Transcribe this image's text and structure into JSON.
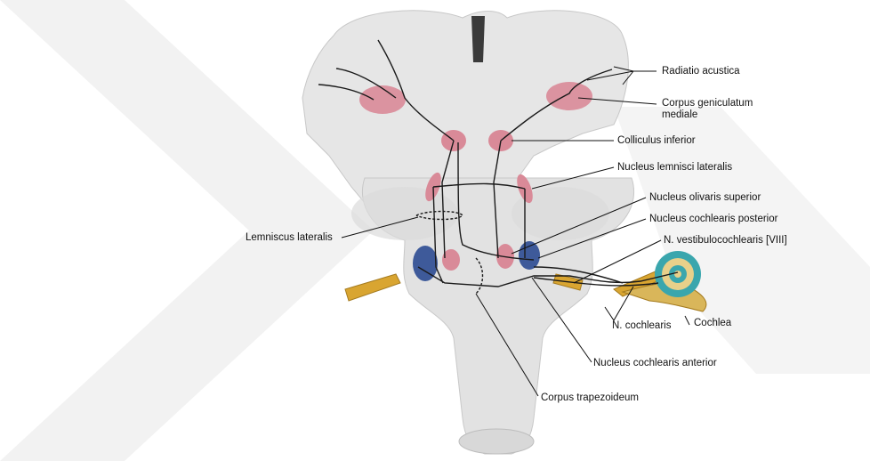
{
  "labels": {
    "radiatio_acustica": "Radiatio acustica",
    "corpus_geniculatum_line1": "Corpus geniculatum",
    "corpus_geniculatum_line2": "mediale",
    "colliculus_inferior": "Colliculus inferior",
    "nucleus_lemnisci_lateralis": "Nucleus lemnisci lateralis",
    "nucleus_olivaris_superior": "Nucleus olivaris superior",
    "nucleus_cochlearis_posterior": "Nucleus cochlearis posterior",
    "n_vestibulocochlearis": "N. vestibulocochlearis [VIII]",
    "lemniscus_lateralis": "Lemniscus lateralis",
    "n_cochlearis": "N. cochlearis",
    "cochlea": "Cochlea",
    "nucleus_cochlearis_anterior": "Nucleus cochlearis anterior",
    "corpus_trapezoideum": "Corpus trapezoideum"
  },
  "colors": {
    "background": "#ffffff",
    "brainstem": "#e4e4e4",
    "watermark": "#f1f1f1",
    "nucleus_pink": "#d98a98",
    "cochlear_nucleus_blue": "#3e5a9a",
    "nerve_yellow": "#d9a531",
    "cochlea_teal": "#3aa6ad",
    "pathway_line": "#1a1a1a"
  }
}
